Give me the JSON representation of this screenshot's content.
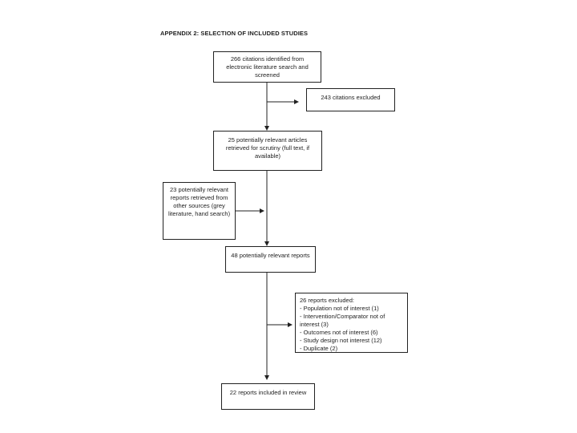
{
  "title": "APPENDIX 2: SELECTION OF INCLUDED STUDIES",
  "boxes": {
    "identified": "266 citations identified from electronic literature search and screened",
    "excluded_citations": "243 citations excluded",
    "retrieved": "25 potentially relevant articles retrieved for scrutiny (full text, if available)",
    "other_sources": "23 potentially relevant reports retrieved from other sources (grey literature, hand search)",
    "relevant_reports": "48 potentially relevant reports",
    "reports_excluded": {
      "heading": "26 reports excluded:",
      "items": [
        "- Population not of interest (1)",
        "- Intervention/Comparator not of interest (3)",
        "- Outcomes not of interest (6)",
        "- Study design not interest (12)",
        "- Duplicate (2)"
      ]
    },
    "included": "22 reports included in review"
  }
}
